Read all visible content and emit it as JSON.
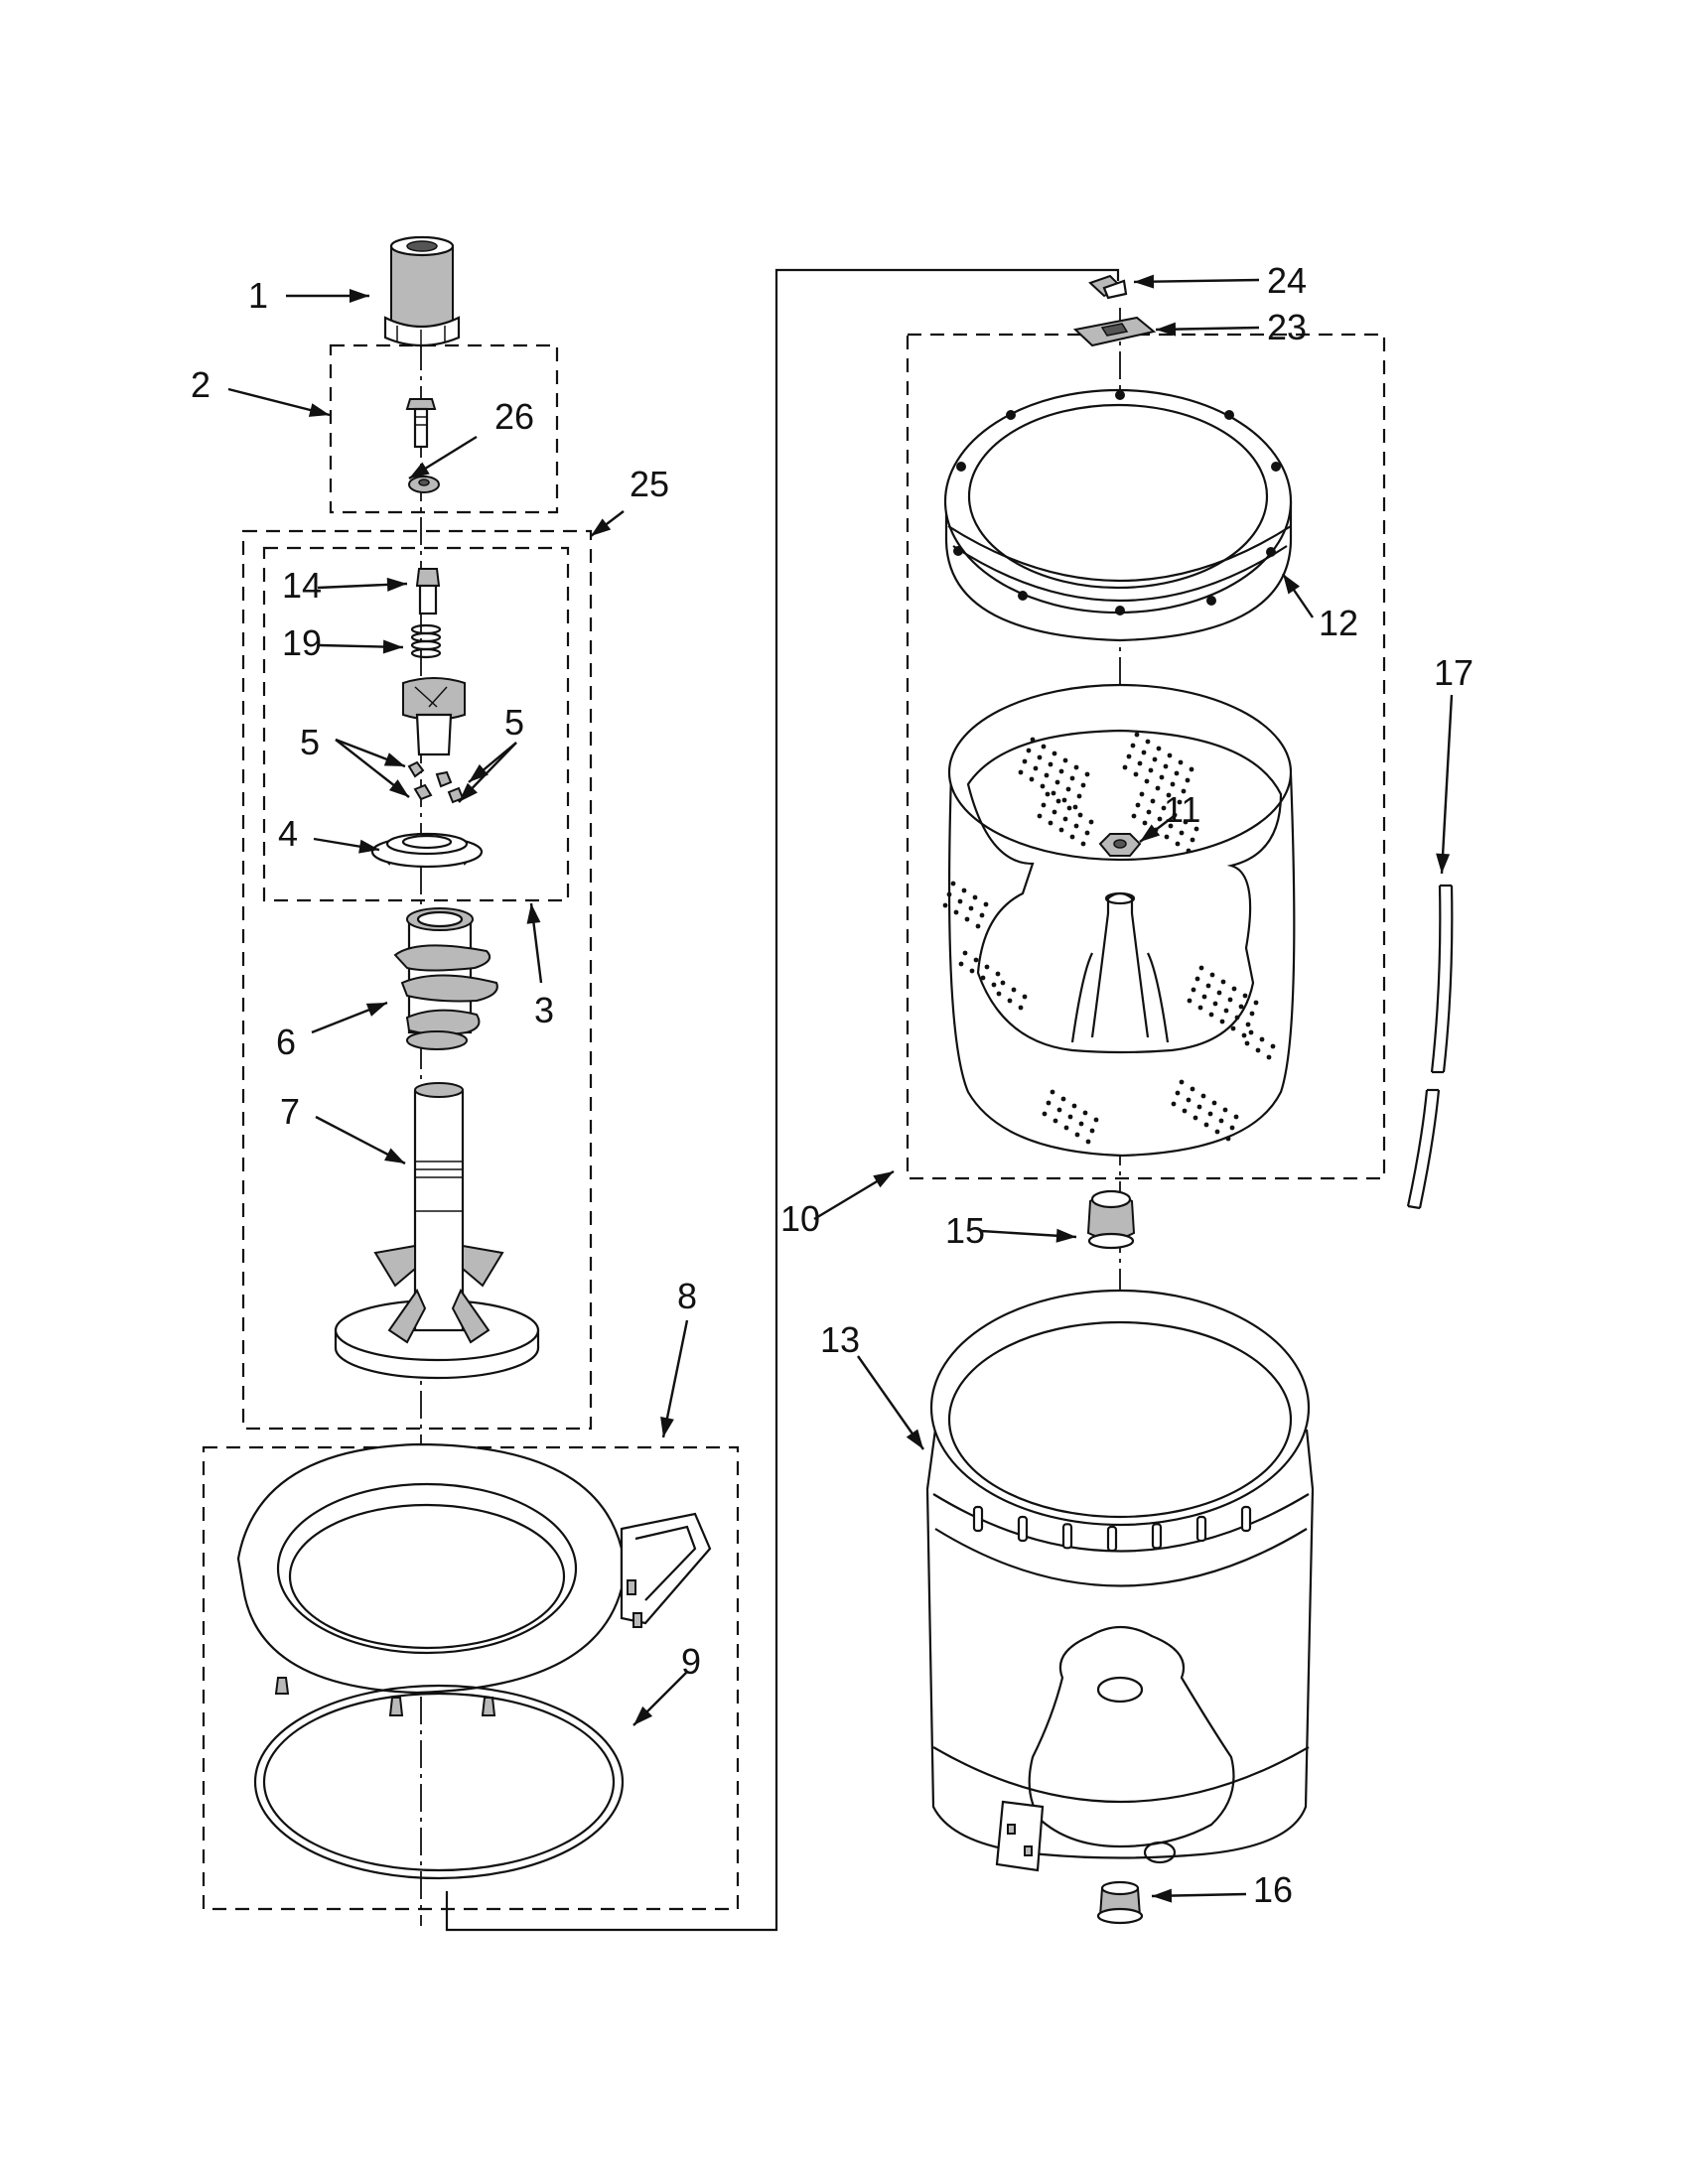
{
  "callouts": {
    "c1": "1",
    "c2": "2",
    "c3": "3",
    "c4": "4",
    "c5a": "5",
    "c5b": "5",
    "c6": "6",
    "c7": "7",
    "c8": "8",
    "c9": "9",
    "c10": "10",
    "c11": "11",
    "c12": "12",
    "c13": "13",
    "c14": "14",
    "c15": "15",
    "c16": "16",
    "c17": "17",
    "c19": "19",
    "c23": "23",
    "c24": "24",
    "c25": "25",
    "c26": "26"
  },
  "parts": [
    {
      "ref": "1",
      "icon": "agitator-cap-icon"
    },
    {
      "ref": "2",
      "icon": "bolt-assembly-icon"
    },
    {
      "ref": "3",
      "icon": "cam-assembly-icon"
    },
    {
      "ref": "4",
      "icon": "drive-dog-icon"
    },
    {
      "ref": "5",
      "icon": "dog-ratchet-icon"
    },
    {
      "ref": "6",
      "icon": "auger-icon"
    },
    {
      "ref": "7",
      "icon": "agitator-base-icon"
    },
    {
      "ref": "8",
      "icon": "tub-ring-icon"
    },
    {
      "ref": "9",
      "icon": "tub-ring-seal-icon"
    },
    {
      "ref": "10",
      "icon": "basket-assembly-icon"
    },
    {
      "ref": "11",
      "icon": "basket-nut-icon"
    },
    {
      "ref": "12",
      "icon": "balance-ring-icon"
    },
    {
      "ref": "13",
      "icon": "outer-tub-icon"
    },
    {
      "ref": "14",
      "icon": "cam-icon"
    },
    {
      "ref": "15",
      "icon": "drive-block-icon"
    },
    {
      "ref": "16",
      "icon": "tub-seal-icon"
    },
    {
      "ref": "17",
      "icon": "hose-icon"
    },
    {
      "ref": "19",
      "icon": "spring-icon"
    },
    {
      "ref": "23",
      "icon": "spanner-nut-icon"
    },
    {
      "ref": "24",
      "icon": "clip-icon"
    },
    {
      "ref": "25",
      "icon": "agitator-assembly-icon"
    },
    {
      "ref": "26",
      "icon": "washer-icon"
    }
  ]
}
